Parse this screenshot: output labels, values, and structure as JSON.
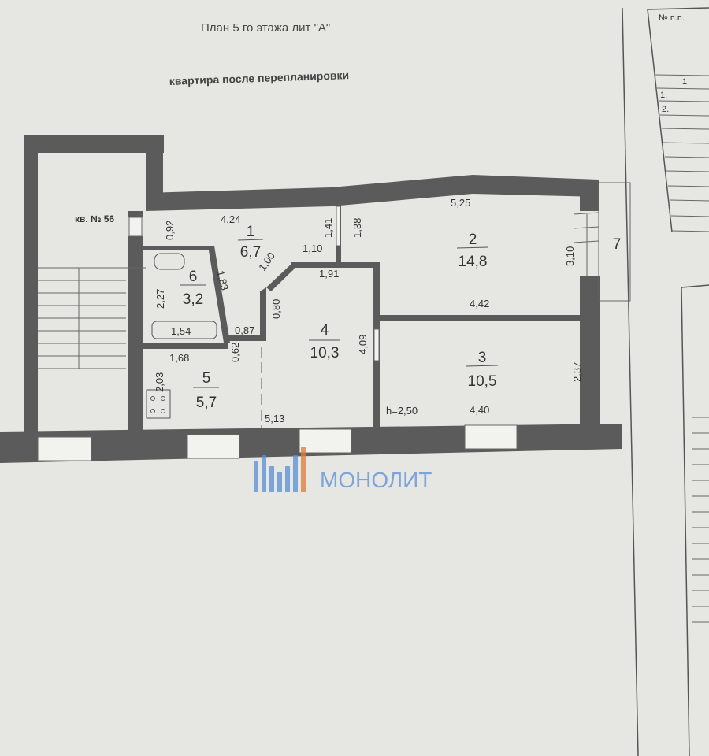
{
  "header": {
    "title": "План  5 го этажа лит \"А\"",
    "subtitle": "квартира после перепланировки"
  },
  "neighbor_label": "кв. № 56",
  "rooms": [
    {
      "number": "1",
      "area": "6,7"
    },
    {
      "number": "2",
      "area": "14,8"
    },
    {
      "number": "3",
      "area": "10,5"
    },
    {
      "number": "4",
      "area": "10,3"
    },
    {
      "number": "5",
      "area": "5,7"
    },
    {
      "number": "6",
      "area": "3,2"
    },
    {
      "number": "7"
    }
  ],
  "dims": {
    "d424": "4,24",
    "d092": "0,92",
    "d141": "1,41",
    "d138": "1,38",
    "d110": "1,10",
    "d100": "1,00",
    "d191": "1,91",
    "d183": "1,83",
    "d227": "2,27",
    "d154": "1,54",
    "d087": "0,87",
    "d062": "0,62",
    "d080": "0,80",
    "d168": "1,68",
    "d203": "2,03",
    "d513": "5,13",
    "d409": "4,09",
    "d525": "5,25",
    "d310": "3,10",
    "d442": "4,42",
    "d237": "2,37",
    "d440": "4,40",
    "height": "h=2,50"
  },
  "watermark": "МОНОЛИТ",
  "side_table": {
    "header": "№ п.п.",
    "rows": [
      "1",
      "1.",
      "2."
    ]
  }
}
